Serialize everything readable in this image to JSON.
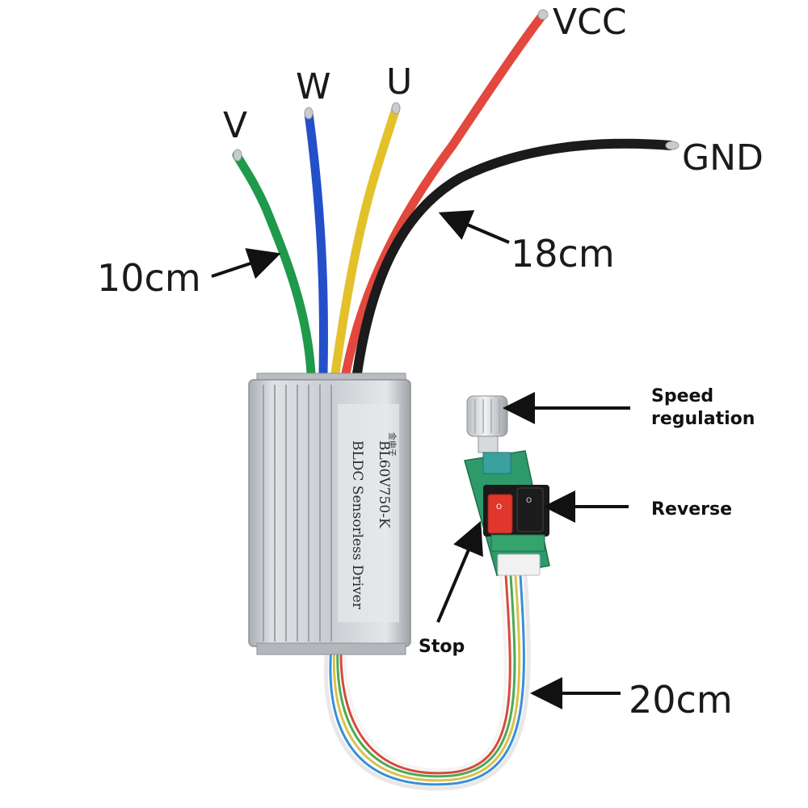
{
  "wire_labels": {
    "v": "V",
    "w": "W",
    "u": "U",
    "vcc": "VCC",
    "gnd": "GND"
  },
  "length_labels": {
    "phase_wires": "10cm",
    "power_wires": "18cm",
    "control_cable": "20cm"
  },
  "control_labels": {
    "speed_line1": "Speed",
    "speed_line2": "regulation",
    "reverse": "Reverse",
    "stop": "Stop"
  },
  "driver_case": {
    "model": "BL60V750-K",
    "description": "BLDC Sensorless Driver",
    "maker_mark": "金电子"
  },
  "switches": {
    "left_mark": "O",
    "right_mark": "O"
  },
  "colors": {
    "wire_v": "#1e9a4a",
    "wire_w": "#2350c8",
    "wire_u": "#e3c12a",
    "wire_vcc": "#e2483e",
    "wire_gnd": "#1b1b1b",
    "case_aluminum": "#c9cdd1",
    "pcb": "#2e9a6a",
    "switch_red": "#e0362c",
    "switch_black": "#1c1c1c"
  }
}
